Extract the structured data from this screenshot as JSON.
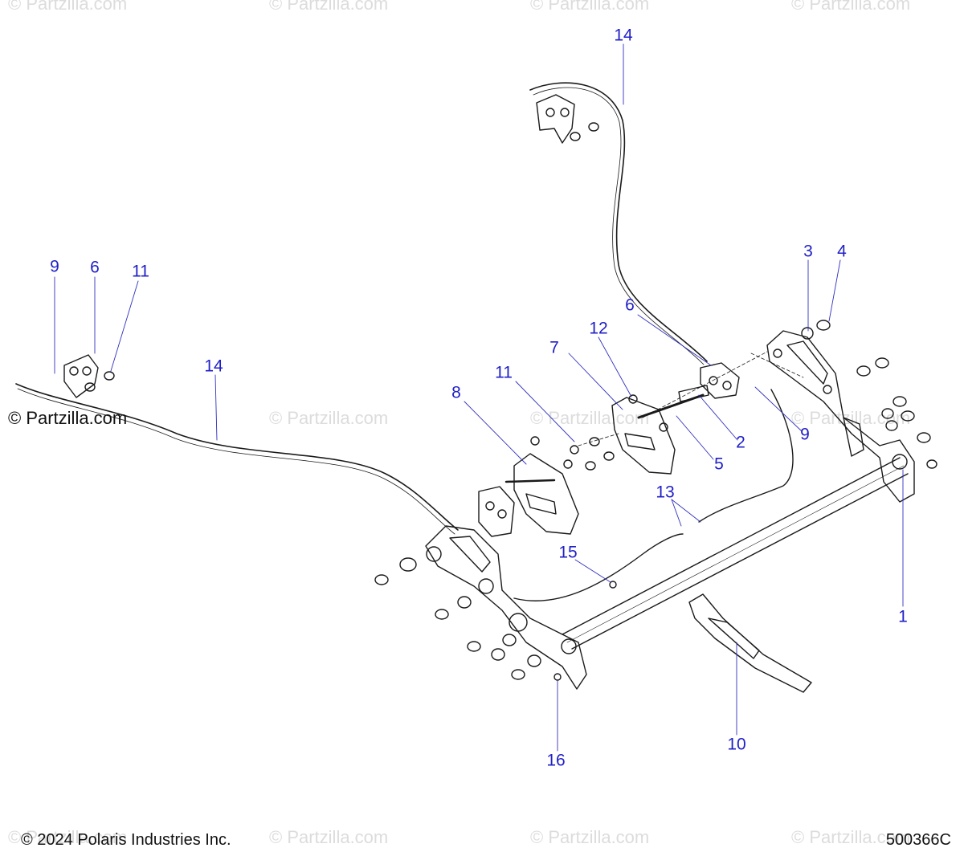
{
  "watermark": {
    "text": "© Partzilla.com"
  },
  "brand_label": "© Partzilla.com",
  "footer": {
    "copyright": "© 2024 Polaris Industries Inc.",
    "diagram_id": "500366C"
  },
  "callouts": [
    "1",
    "2",
    "3",
    "4",
    "5",
    "6",
    "6",
    "7",
    "8",
    "9",
    "9",
    "10",
    "11",
    "11",
    "12",
    "13",
    "14",
    "14",
    "15",
    "16"
  ],
  "colors": {
    "callout": "#2020c8",
    "line": "#1a1a1a",
    "leader": "#3030c0",
    "watermark": "#dcdcdc"
  }
}
